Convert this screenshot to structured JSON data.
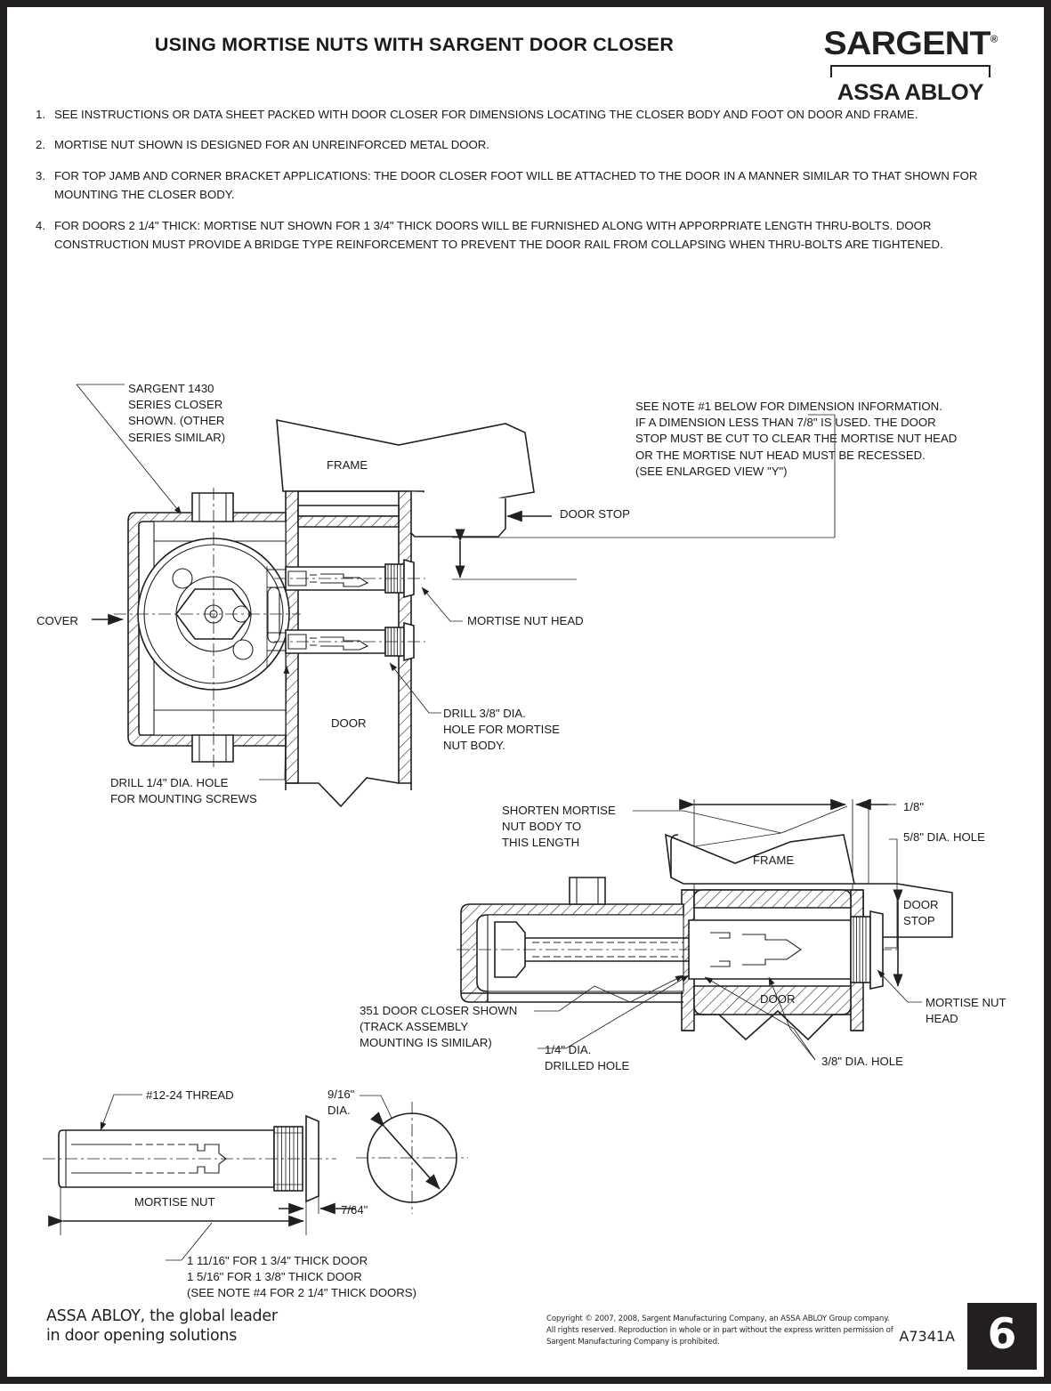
{
  "document": {
    "title": "USING MORTISE NUTS WITH SARGENT DOOR CLOSER",
    "brand": {
      "primary": "SARGENT",
      "registered": "®",
      "secondary": "ASSA ABLOY"
    }
  },
  "notes": [
    {
      "num": "1.",
      "text": "SEE INSTRUCTIONS OR DATA SHEET PACKED WITH DOOR CLOSER FOR DIMENSIONS LOCATING THE CLOSER BODY AND FOOT ON DOOR AND FRAME."
    },
    {
      "num": "2.",
      "text": "MORTISE NUT SHOWN IS DESIGNED FOR AN UNREINFORCED METAL DOOR."
    },
    {
      "num": "3.",
      "text": "FOR TOP JAMB AND CORNER BRACKET APPLICATIONS: THE DOOR CLOSER FOOT WILL BE ATTACHED TO THE DOOR IN A MANNER SIMILAR TO THAT SHOWN FOR MOUNTING THE CLOSER BODY."
    },
    {
      "num": "4.",
      "text": "FOR DOORS 2 1/4\" THICK: MORTISE NUT SHOWN FOR 1 3/4\" THICK DOORS WILL BE FURNISHED ALONG WITH APPORPRIATE LENGTH THRU-BOLTS. DOOR CONSTRUCTION MUST PROVIDE A BRIDGE TYPE REINFORCEMENT TO PREVENT THE DOOR RAIL FROM COLLAPSING WHEN THRU-BOLTS ARE TIGHTENED."
    }
  ],
  "figure_1": {
    "name": "closer-body-mounting-section",
    "callout_closer": "SARGENT 1430\nSERIES CLOSER\nSHOWN. (OTHER\nSERIES SIMILAR)",
    "label_frame": "FRAME",
    "label_cover": "COVER",
    "label_door": "DOOR",
    "label_door_stop": "DOOR STOP",
    "label_mortise_nut_head": "MORTISE NUT HEAD",
    "callout_note1": "SEE NOTE #1 BELOW FOR DIMENSION INFORMATION.\nIF A DIMENSION LESS THAN 7/8\" IS USED. THE DOOR\nSTOP MUST BE CUT TO CLEAR THE MORTISE NUT HEAD\nOR THE MORTISE NUT HEAD MUST BE RECESSED.\n(SEE ENLARGED VIEW \"Y\")",
    "callout_drill_38": "DRILL 3/8\" DIA.\nHOLE FOR MORTISE\nNUT BODY.",
    "callout_drill_14": "DRILL 1/4\" DIA. HOLE\nFOR MOUNTING SCREWS"
  },
  "figure_2": {
    "name": "track-assembly-mounting-section",
    "callout_shorten": "SHORTEN MORTISE\nNUT BODY TO\nTHIS LENGTH",
    "label_frame": "FRAME",
    "label_door": "DOOR",
    "label_door_stop": "DOOR\nSTOP",
    "label_mortise_nut_head": "MORTISE NUT\nHEAD",
    "dim_18": "1/8\"",
    "dim_58_hole": "5/8\" DIA. HOLE",
    "dim_38_hole": "3/8\" DIA. HOLE",
    "callout_14_hole": "1/4\" DIA.\nDRILLED HOLE",
    "callout_351": "351 DOOR CLOSER SHOWN\n(TRACK ASSEMBLY\nMOUNTING IS SIMILAR)"
  },
  "figure_3": {
    "name": "mortise-nut-detail",
    "label_thread": "#12-24 THREAD",
    "label_mortise_nut": "MORTISE NUT",
    "dim_head_dia": "9/16\"\nDIA.",
    "dim_head_thickness": "7/64\"",
    "dim_lengths": "1 11/16\" FOR 1 3/4\" THICK DOOR\n1 5/16\" FOR 1 3/8\" THICK DOOR\n(SEE NOTE #4 FOR 2 1/4\" THICK DOORS)"
  },
  "footer": {
    "tagline": "ASSA ABLOY, the global leader\nin door opening solutions",
    "copyright": "Copyright © 2007, 2008, Sargent Manufacturing Company, an ASSA ABLOY Group company.\nAll rights reserved. Reproduction in whole or in part without the express written permission of\nSargent Manufacturing Company is prohibited.",
    "doc_code": "A7341A",
    "page_number": "6"
  },
  "colors": {
    "ink": "#231f20",
    "paper": "#ffffff"
  }
}
